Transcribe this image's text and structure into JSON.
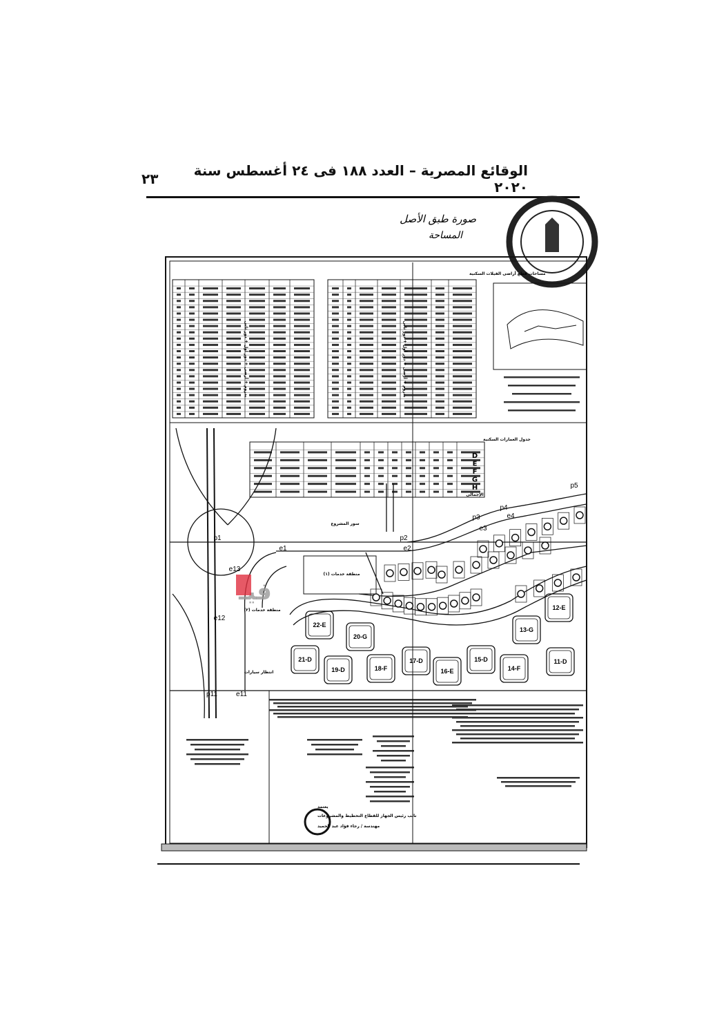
{
  "header": {
    "title": "الوقائع المصرية – العدد ١٨٨ فى ٢٤ أغسطس سنة ٢٠٢٠",
    "page_number": "٢٣"
  },
  "handwritten_note": [
    "صورة طبق الأصل",
    "المساحة"
  ],
  "plan": {
    "lots_table_title": "مساحات قطع أراضى الفيلات السكنية",
    "lots_table_note": "بدروم + أرضى + دور أول + دور ثانى",
    "buildings_table": {
      "title": "جدول العمارات السكنية",
      "types": [
        "D",
        "E",
        "F",
        "G",
        "H"
      ],
      "total_label": "الإجمالى"
    },
    "services_area_1": "منطقة خدمات (١)",
    "services_area_2": "منطقة خدمات (٢)",
    "fence_label": "سور المشروع",
    "parking_label": "انتظار سيارات",
    "buildings": [
      "22-E",
      "20-G",
      "21-D",
      "19-D",
      "18-F",
      "17-D",
      "16-E",
      "15-D",
      "14-F",
      "13-G",
      "12-E",
      "11-D"
    ],
    "points": [
      "p1",
      "p2",
      "p3",
      "p4",
      "p5",
      "e1",
      "e2",
      "e3",
      "e4",
      "e13",
      "e12",
      "e11",
      "p11"
    ],
    "approval": {
      "approved": "يعتمد",
      "title": "نائب رئيس الجهاز للقطاع التخطيط والمشروعات",
      "name": "مهندسة / رجاء فؤاد عبد الحميد"
    },
    "watermark": "فيتو"
  }
}
